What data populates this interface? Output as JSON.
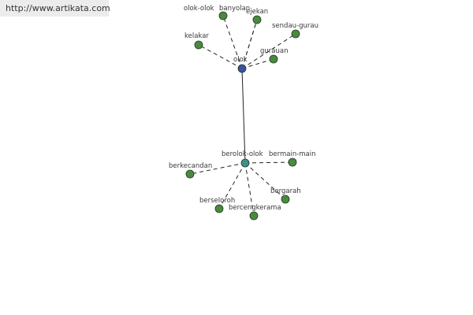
{
  "source": {
    "url": "http://www.artikata.com"
  },
  "colors": {
    "primary_node": "#3f4fa8",
    "secondary_node": "#3f8f8a",
    "leaf_node": "#4a8a3e",
    "edge": "#222222",
    "label": "#3a3a3a",
    "banner_bg": "#ececec"
  },
  "graph": {
    "nodes": [
      {
        "id": "olok",
        "label": "olok",
        "kind": "primary"
      },
      {
        "id": "berolok-olok",
        "label": "berolok-olok",
        "kind": "secondary"
      },
      {
        "id": "olok-olok",
        "label": "olok-olok",
        "kind": "leaf"
      },
      {
        "id": "banyolan",
        "label": "banyolan",
        "kind": "leaf"
      },
      {
        "id": "ejekan",
        "label": "ejekan",
        "kind": "leaf"
      },
      {
        "id": "sendau-gurau",
        "label": "sendau-gurau",
        "kind": "leaf"
      },
      {
        "id": "kelakar",
        "label": "kelakar",
        "kind": "leaf"
      },
      {
        "id": "gurauan",
        "label": "gurauan",
        "kind": "leaf"
      },
      {
        "id": "bermain-main",
        "label": "bermain-main",
        "kind": "leaf"
      },
      {
        "id": "berkecandan",
        "label": "berkecandan",
        "kind": "leaf"
      },
      {
        "id": "bergarah",
        "label": "bergarah",
        "kind": "leaf"
      },
      {
        "id": "berseloroh",
        "label": "berseloroh",
        "kind": "leaf"
      },
      {
        "id": "bercengkerama",
        "label": "bercengkerama",
        "kind": "leaf"
      }
    ],
    "edges": [
      {
        "from": "olok",
        "to": "berolok-olok",
        "style": "solid"
      },
      {
        "from": "olok",
        "to": "olok-olok",
        "style": "dashed"
      },
      {
        "from": "olok",
        "to": "banyolan",
        "style": "dashed"
      },
      {
        "from": "olok",
        "to": "ejekan",
        "style": "dashed"
      },
      {
        "from": "olok",
        "to": "sendau-gurau",
        "style": "dashed"
      },
      {
        "from": "olok",
        "to": "kelakar",
        "style": "dashed"
      },
      {
        "from": "olok",
        "to": "gurauan",
        "style": "dashed"
      },
      {
        "from": "berolok-olok",
        "to": "bermain-main",
        "style": "dashed"
      },
      {
        "from": "berolok-olok",
        "to": "berkecandan",
        "style": "dashed"
      },
      {
        "from": "berolok-olok",
        "to": "bergarah",
        "style": "dashed"
      },
      {
        "from": "berolok-olok",
        "to": "berseloroh",
        "style": "dashed"
      },
      {
        "from": "berolok-olok",
        "to": "bercengkerama",
        "style": "dashed"
      }
    ]
  }
}
